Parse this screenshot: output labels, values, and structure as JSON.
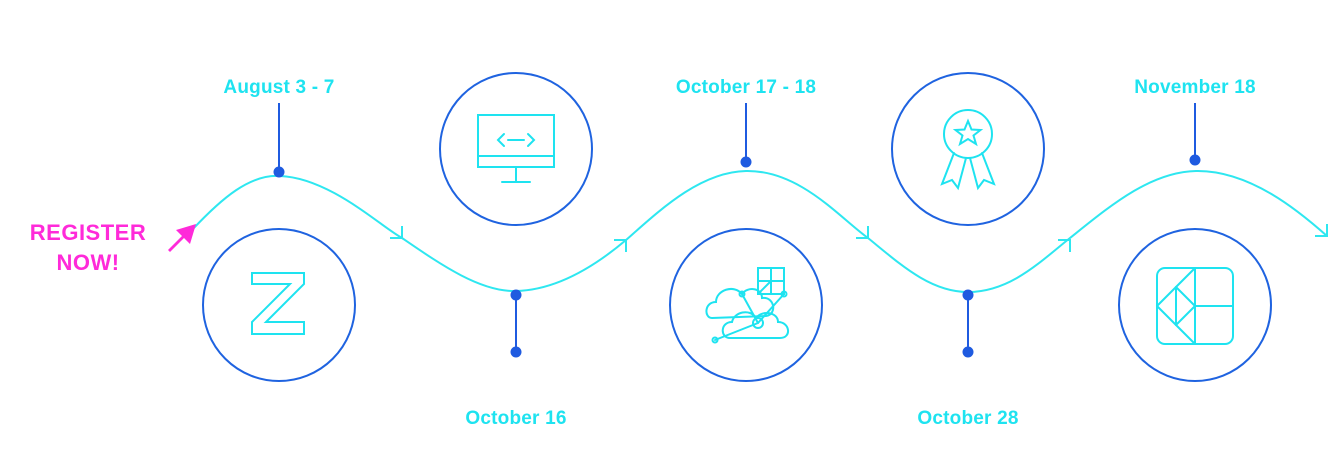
{
  "colors": {
    "wave": "#2ee7f0",
    "circle": "#1f63e0",
    "stem": "#1f5be0",
    "icon": "#1ee3f0",
    "accent": "#ff2ad9",
    "date": "#1ee3f0"
  },
  "register": {
    "line1": "REGISTER",
    "line2": "NOW!",
    "arrow_icon": "arrow-up-right-icon"
  },
  "events": [
    {
      "date": "August 3 - 7",
      "icon": "z-logo-icon"
    },
    {
      "date": "October 16",
      "icon": "monitor-code-icon"
    },
    {
      "date": "October 17 - 18",
      "icon": "cloud-network-icon"
    },
    {
      "date": "October 28",
      "icon": "award-ribbon-icon"
    },
    {
      "date": "November 18",
      "icon": "grid-triangle-logo-icon"
    }
  ]
}
